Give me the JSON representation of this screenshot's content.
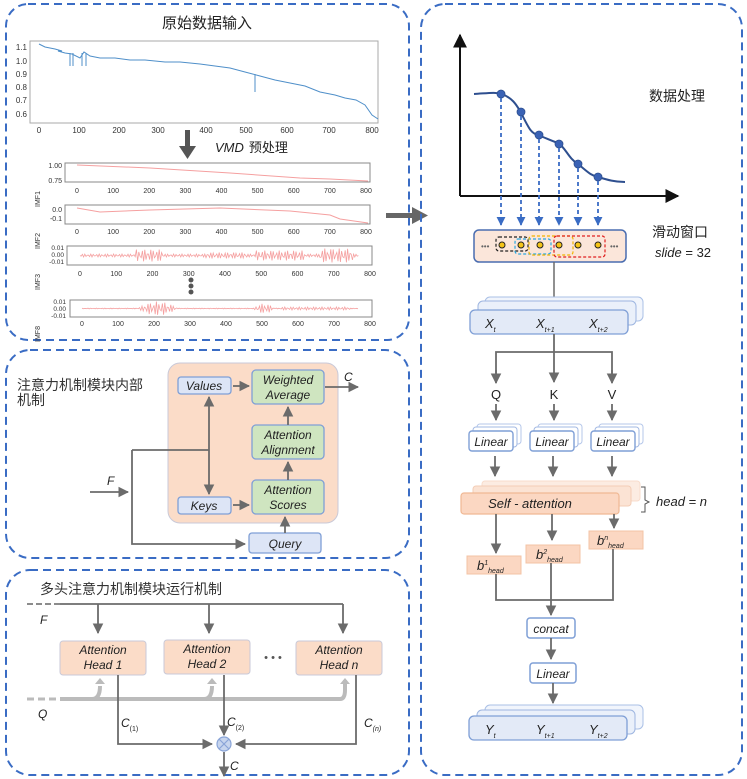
{
  "panels": {
    "raw_input": {
      "title": "原始数据输入",
      "chart": {
        "y_ticks": [
          "1.1",
          "1.0",
          "0.9",
          "0.8",
          "0.7",
          "0.6"
        ],
        "x_ticks": [
          "0",
          "100",
          "200",
          "300",
          "400",
          "500",
          "600",
          "700",
          "800"
        ]
      },
      "vmd_label_italic": "VMD",
      "vmd_label_rest": "预处理",
      "imfs": [
        {
          "name": "IMF1",
          "y_ticks": [
            "1.00",
            "0.75"
          ]
        },
        {
          "name": "IMF2",
          "y_ticks": [
            "0.0",
            "-0.1"
          ]
        },
        {
          "name": "IMF3",
          "y_ticks": [
            "0.01",
            "0.00",
            "-0.01"
          ]
        },
        {
          "name": "IMF8",
          "y_ticks": [
            "0.01",
            "0.00",
            "-0.01"
          ]
        }
      ],
      "imf_x_ticks": [
        "0",
        "100",
        "200",
        "300",
        "400",
        "500",
        "600",
        "700",
        "800"
      ]
    },
    "attention_internal": {
      "title_line1": "注意力机制模块内部",
      "title_line2": "机制",
      "values": "Values",
      "keys": "Keys",
      "query": "Query",
      "weighted_line1": "Weighted",
      "weighted_line2": "Average",
      "alignment_line1": "Attention",
      "alignment_line2": "Alignment",
      "scores_line1": "Attention",
      "scores_line2": "Scores",
      "input_label": "F",
      "output_label": "C"
    },
    "multi_head": {
      "title": "多头注意力机制模块运行机制",
      "f_label": "F",
      "q_label": "Q",
      "heads": [
        {
          "line1": "Attention",
          "line2": "Head 1",
          "out": "C",
          "out_sub": "(1)"
        },
        {
          "line1": "Attention",
          "line2": "Head 2",
          "out": "C",
          "out_sub": "(2)"
        },
        {
          "line1": "Attention",
          "line2": "Head n",
          "out": "C",
          "out_sub": "(n)"
        }
      ],
      "ellipsis": "• • •",
      "output_label": "C"
    },
    "processing": {
      "title": "数据处理",
      "window_label": "滑动窗口",
      "slide_label_italic": "slide",
      "slide_label_rest": " = 32",
      "window_ellipsis": "•••",
      "inputs": [
        {
          "main": "X",
          "sub": "t"
        },
        {
          "main": "X",
          "sub": "t+1"
        },
        {
          "main": "X",
          "sub": "t+2"
        }
      ],
      "qkv": [
        "Q",
        "K",
        "V"
      ],
      "linear": "Linear",
      "self_attention": "Self - attention",
      "head_label": "head = n",
      "b_heads": [
        {
          "main": "b",
          "sup": "1",
          "sub": "head"
        },
        {
          "main": "b",
          "sup": "2",
          "sub": "head"
        },
        {
          "main": "b",
          "sup": "n",
          "sub": "head"
        }
      ],
      "concat": "concat",
      "outputs": [
        {
          "main": "Y",
          "sub": "t"
        },
        {
          "main": "Y",
          "sub": "t+1"
        },
        {
          "main": "Y",
          "sub": "t+2"
        }
      ]
    }
  },
  "colors": {
    "dashed_border": "#3a6cc4",
    "arrow_gray": "#6b6b6b",
    "peach_fill": "#fbdcc8",
    "peach_border": "#f0b894",
    "blue_fill": "#dde5f6",
    "blue_border": "#7f9fd6",
    "green_fill": "#cfe5c0",
    "series_blue": "#4f8fc9",
    "imf_red": "#f08080",
    "curve_navy": "#2e4f8f"
  }
}
